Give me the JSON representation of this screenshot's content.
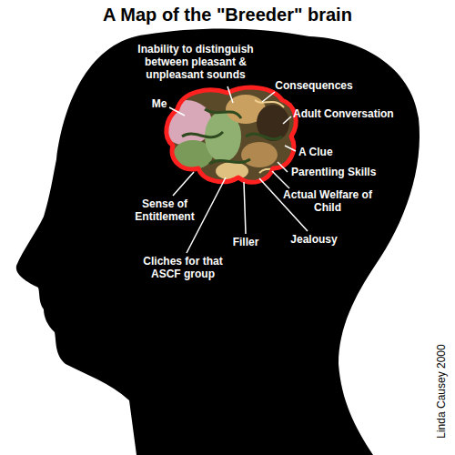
{
  "diagram": {
    "title": "A Map of the \"Breeder\" brain",
    "labels": [
      "Inability to distinguish between pleasant & unpleasant sounds",
      "Me",
      "Consequences",
      "Adult Conversation",
      "A Clue",
      "Parentling Skills",
      "Actual Welfare of Child",
      "Jealousy",
      "Filler",
      "Cliches for that ASCF group",
      "Sense of Entitlement",
      "Linda Causey 2000"
    ]
  }
}
